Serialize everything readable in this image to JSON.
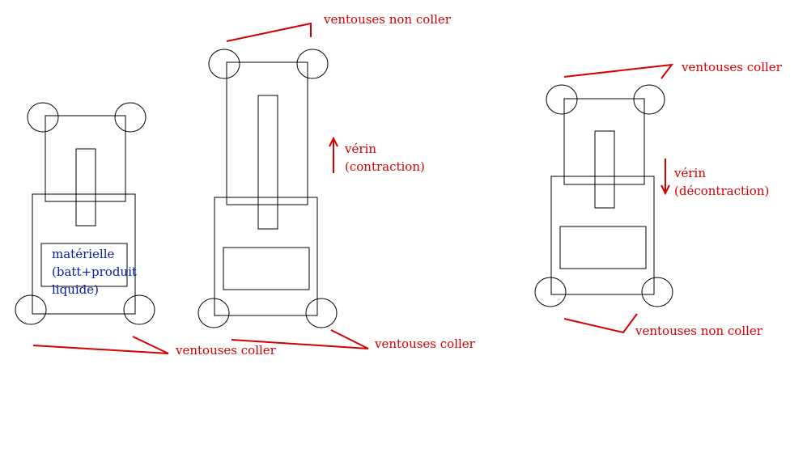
{
  "labels": {
    "top_middle": "ventouses non coller",
    "top_right": "ventouses coller",
    "bottom_left": "ventouses coller",
    "bottom_middle": "ventouses coller",
    "bottom_right": "ventouses non coller",
    "verin_up_1": "vérin",
    "verin_up_2": "(contraction)",
    "verin_down_1": "vérin",
    "verin_down_2": "(décontraction)",
    "materiel_1": "matérielle",
    "materiel_2": "(batt+produit",
    "materiel_3": "liquide)"
  },
  "colors": {
    "annotation": "#d40000",
    "material_text": "#0a1aa8",
    "outline": "#000000"
  }
}
